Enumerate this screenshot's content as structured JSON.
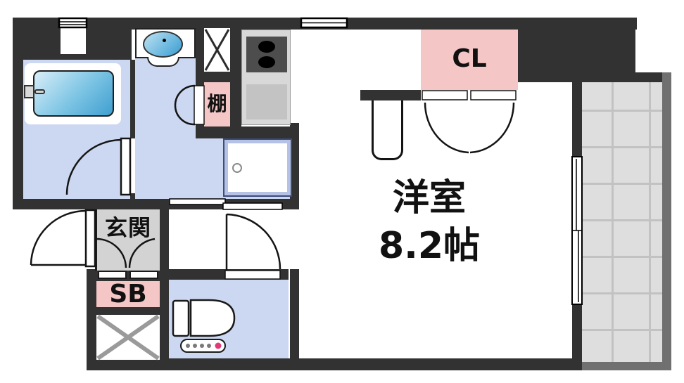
{
  "plan": {
    "labels": {
      "closet": "CL",
      "shelf": "棚",
      "entrance": "玄関",
      "shoe_box": "SB",
      "room_name": "洋室",
      "room_size": "8.2帖"
    },
    "colors": {
      "wall": "#323232",
      "floor_blue": "#ccd8f1",
      "accent_pink": "#f4c6c6",
      "genkan_grey": "#d3d3d3",
      "balcony_tile": "#dedede",
      "balcony_outer_wall": "#707070",
      "bathtub_blue": "#42a4d4",
      "toilet_button_pink": "#e23a78"
    }
  }
}
